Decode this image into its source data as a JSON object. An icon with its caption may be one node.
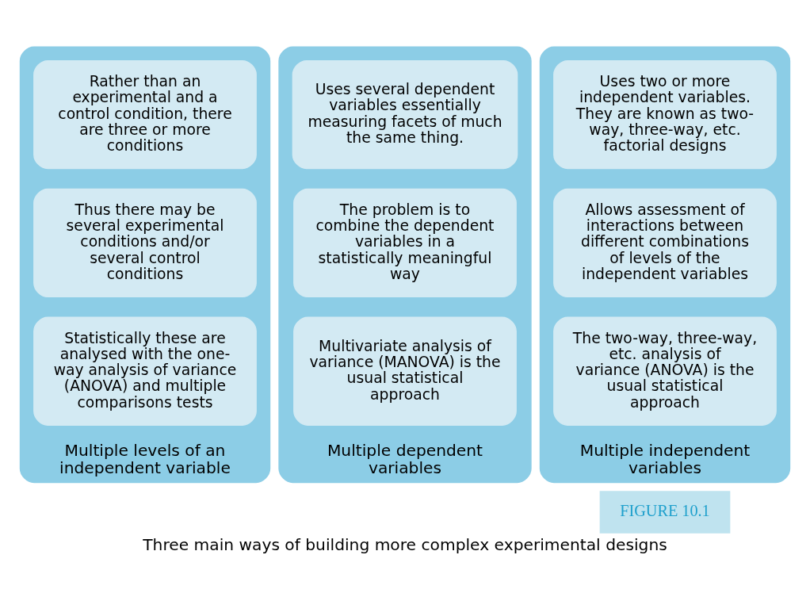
{
  "diagram": {
    "caption": "Three main ways of building more complex experimental designs",
    "nodes": [
      {
        "text": [
          "Multiple levels of an independent variable"
        ]
      },
      {
        "text": [
          "Rather than an experimental and a control condition, there are three or more conditions"
        ],
        "in": 0
      },
      {
        "text": [
          "Thus there may be several experimental conditions and/or several control conditions"
        ],
        "in": 0
      },
      {
        "text": [
          "Statistically these are analysed with the one-way analysis of variance (ANOVA) and multiple comparisons tests"
        ],
        "in": 0
      },
      {
        "text": [
          "Multiple dependent variables"
        ]
      },
      {
        "text": [
          "Uses several dependent variables essentially measuring facets of much the same thing."
        ],
        "in": 4
      },
      {
        "text": [
          "The problem is to combine the dependent variables in a statistically meaningful way"
        ],
        "in": 4
      },
      {
        "text": [
          "Multivariate analysis of variance (MANOVA) is the usual statistical approach"
        ],
        "in": 4
      },
      {
        "text": [
          "Multiple independent variables"
        ]
      },
      {
        "text": [
          "Uses two or more independent variables. They are known as two-way, three-way, etc. factorial designs"
        ],
        "in": 8
      },
      {
        "text": [
          "Allows assessment of interactions between different combinations of levels of the independent variables"
        ],
        "in": 8
      },
      {
        "text": [
          "The two-way, three-way, etc. analysis of variance (ANOVA) is the usual statistical approach"
        ],
        "in": 8
      }
    ],
    "edges": [],
    "labels": [
      "FIGURE 10.1"
    ]
  }
}
